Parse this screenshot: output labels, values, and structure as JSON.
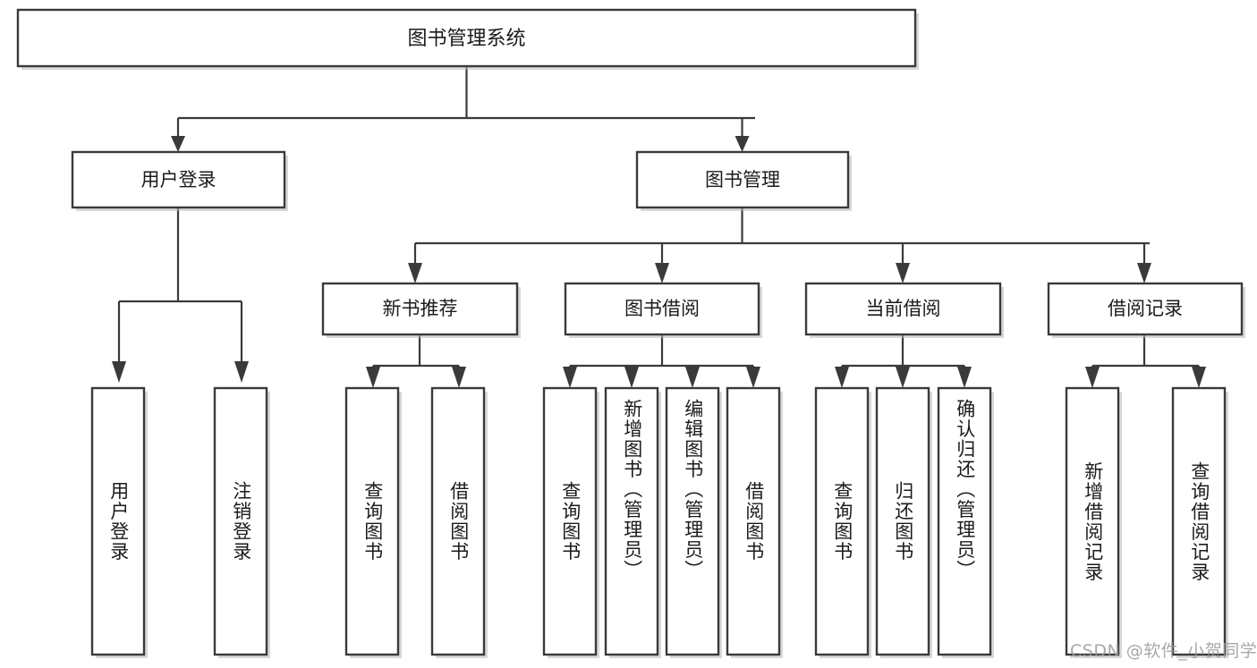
{
  "diagram": {
    "type": "tree-hierarchy",
    "title": "图书管理系统",
    "orientation": "top-down",
    "colors": {
      "box_stroke": "#3a3a3a",
      "box_fill": "#ffffff",
      "connector": "#3a3a3a",
      "text": "#1b1b1b",
      "watermark": "#9a9a9a",
      "background": "#ffffff"
    },
    "root": {
      "label": "图书管理系统"
    },
    "level2": [
      {
        "label": "用户登录"
      },
      {
        "label": "图书管理"
      }
    ],
    "level3": [
      {
        "label": "新书推荐"
      },
      {
        "label": "图书借阅"
      },
      {
        "label": "当前借阅"
      },
      {
        "label": "借阅记录"
      }
    ],
    "leaves": {
      "user_login": [
        {
          "label": "用户登录"
        },
        {
          "label": "注销登录"
        }
      ],
      "new_book": [
        {
          "label": "查询图书"
        },
        {
          "label": "借阅图书"
        }
      ],
      "book_borrow": [
        {
          "label": "查询图书"
        },
        {
          "label": "新增图书（管理员）"
        },
        {
          "label": "编辑图书（管理员）"
        },
        {
          "label": "借阅图书"
        }
      ],
      "current_borrow": [
        {
          "label": "查询图书"
        },
        {
          "label": "归还图书"
        },
        {
          "label": "确认归还（管理员）"
        }
      ],
      "borrow_record": [
        {
          "label": "新增借阅记录"
        },
        {
          "label": "查询借阅记录"
        }
      ]
    }
  },
  "watermark": {
    "text": "CSDN @软件_小贺同学"
  }
}
